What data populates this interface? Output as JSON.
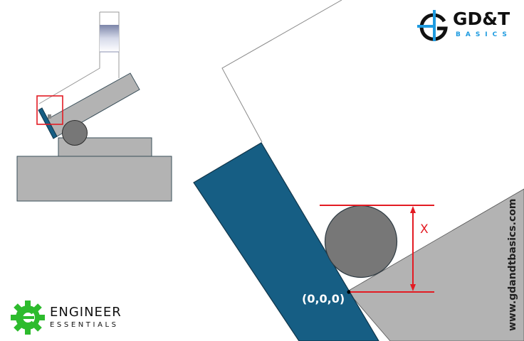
{
  "diagram": {
    "origin_label": "(0,0,0)",
    "dimension_label": "X",
    "watermark": "www.gdandtbasics.com"
  },
  "logos": {
    "gdt": {
      "title": "GD&T",
      "subtitle": "BASICS",
      "icon": "crosshair-g-icon"
    },
    "engineer_essentials": {
      "title": "ENGINEER",
      "subtitle": "ESSENTIALS",
      "icon": "green-gear-e-icon"
    }
  },
  "colors": {
    "blue_part": "#165e84",
    "gray_block": "#b3b3b3",
    "ball": "#777777",
    "dimension_red": "#e31b23",
    "outline": "#2d4552",
    "gdt_blue": "#1e9be0",
    "ee_green": "#2dbb2d"
  }
}
